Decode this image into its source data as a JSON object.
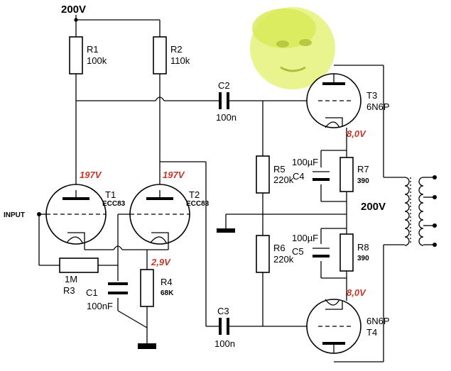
{
  "supply": {
    "top": "200V",
    "output": "200V"
  },
  "resistors": {
    "r1": {
      "name": "R1",
      "value": "100k"
    },
    "r2": {
      "name": "R2",
      "value": "110k"
    },
    "r3": {
      "name": "R3",
      "value": "1M"
    },
    "r4": {
      "name": "R4",
      "value": "68K"
    },
    "r5": {
      "name": "R5",
      "value": "220k"
    },
    "r6": {
      "name": "R6",
      "value": "220k"
    },
    "r7": {
      "name": "R7",
      "value": "390"
    },
    "r8": {
      "name": "R8",
      "value": "390"
    }
  },
  "capacitors": {
    "c1": {
      "name": "C1",
      "value": "100nF"
    },
    "c2": {
      "name": "C2",
      "value": "100n"
    },
    "c3": {
      "name": "C3",
      "value": "100n"
    },
    "c4": {
      "name": "C4",
      "value": "100µF"
    },
    "c5": {
      "name": "C5",
      "value": "100µF"
    }
  },
  "tubes": {
    "t1": {
      "name": "T1",
      "type": "ECC83"
    },
    "t2": {
      "name": "T2",
      "type": "ECC83"
    },
    "t3": {
      "name": "T3",
      "type": "6N6P"
    },
    "t4": {
      "name": "T4",
      "type": "6N6P"
    }
  },
  "voltages": {
    "t1_anode": "197V",
    "t2_anode": "197V",
    "t2_cathode": "2,9V",
    "t3_cathode": "8,0V",
    "t4_cathode": "8,0V"
  },
  "input_label": "INPUT",
  "colors": {
    "voltage": "#c0392b",
    "wire": "#000000",
    "face_tint": "#dff06a"
  }
}
